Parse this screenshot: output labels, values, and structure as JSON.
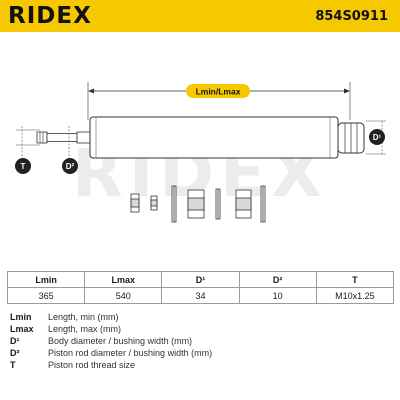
{
  "header": {
    "brand": "RIDEX",
    "part_number": "854S0911",
    "color": "#f5c800"
  },
  "drawing": {
    "watermark": "RIDEX",
    "dimension_label": "Lmin/Lmax",
    "label_d1": "D¹",
    "label_d2": "D²",
    "label_t": "T"
  },
  "table": {
    "headers": [
      "Lmin",
      "Lmax",
      "D¹",
      "D²",
      "T"
    ],
    "values": [
      "365",
      "540",
      "34",
      "10",
      "M10x1.25"
    ]
  },
  "legend": [
    {
      "code": "Lmin",
      "desc": "Length, min (mm)"
    },
    {
      "code": "Lmax",
      "desc": "Length, max (mm)"
    },
    {
      "code": "D¹",
      "desc": "Body diameter / bushing width (mm)"
    },
    {
      "code": "D²",
      "desc": "Piston rod diameter / bushing width (mm)"
    },
    {
      "code": "T",
      "desc": "Piston rod thread size"
    }
  ]
}
